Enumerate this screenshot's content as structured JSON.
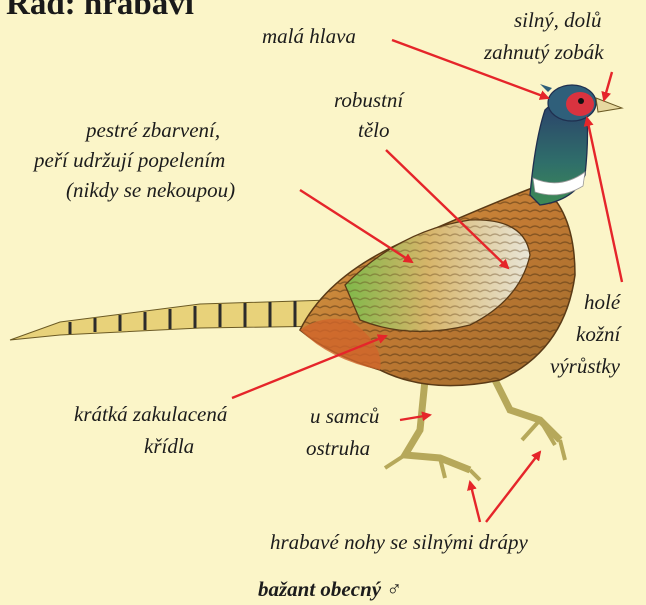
{
  "title": "Řád: hrabaví",
  "labels": {
    "small_head": "malá hlava",
    "beak_line1": "silný, dolů",
    "beak_line2": "zahnutý zobák",
    "body_line1": "robustní",
    "body_line2": "tělo",
    "plumage_line1": "pestré zbarvení,",
    "plumage_line2": "peří udržují popelením",
    "plumage_line3": "(nikdy se nekoupou)",
    "skin_line1": "holé",
    "skin_line2": "kožní",
    "skin_line3": "výrůstky",
    "wings_line1": "krátká zakulacená",
    "wings_line2": "křídla",
    "spur_line1": "u samců",
    "spur_line2": "ostruha",
    "legs": "hrabavé nohy se silnými drápy"
  },
  "caption": "bažant obecný ♂",
  "colors": {
    "background": "#fbf5c8",
    "arrow": "#e5252a",
    "head_green": "#2f5f7a",
    "face_red": "#d9333f",
    "neck_ring": "#ffffff",
    "breast": "#c9833a",
    "tail_stripe": "#2b2b2b",
    "legs": "#c7ba6a"
  }
}
